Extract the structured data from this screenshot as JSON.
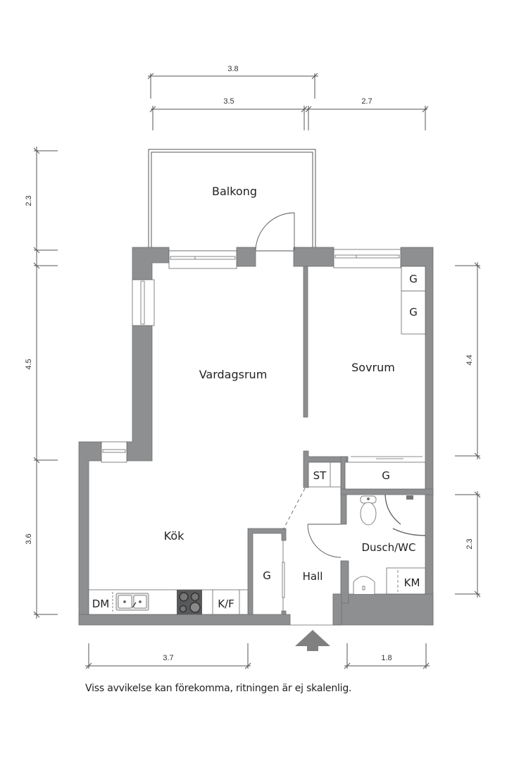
{
  "floorplan": {
    "colors": {
      "wall": "#8e8f91",
      "wall_stroke": "#6f7072",
      "line": "#555555",
      "text": "#222222",
      "arrow": "#808080",
      "stove": "#58595b"
    },
    "rooms": [
      {
        "id": "balkong",
        "label": "Balkong"
      },
      {
        "id": "vardagsrum",
        "label": "Vardagsrum"
      },
      {
        "id": "sovrum",
        "label": "Sovrum"
      },
      {
        "id": "kok",
        "label": "Kök"
      },
      {
        "id": "hall",
        "label": "Hall"
      },
      {
        "id": "dusch_wc",
        "label": "Dusch/WC"
      }
    ],
    "fixtures": {
      "sovrum_wardrobe_1": "G",
      "sovrum_wardrobe_2": "G",
      "sovrum_wardrobe_3": "G",
      "hall_wardrobe": "G",
      "storage": "ST",
      "dishwasher": "DM",
      "fridge_freezer": "K/F",
      "washing_machine": "KM"
    },
    "dimensions": {
      "top_overall": "3.8",
      "top_left": "3.5",
      "top_right": "2.7",
      "left_balcony": "2.3",
      "left_upper": "4.5",
      "left_lower": "3.6",
      "right_upper": "4.4",
      "right_lower": "2.3",
      "bottom_left": "3.7",
      "bottom_right": "1.8"
    },
    "entrance_arrow": "entrance-arrow",
    "disclaimer": "Viss avvikelse kan förekomma, ritningen är ej skalenlig."
  }
}
